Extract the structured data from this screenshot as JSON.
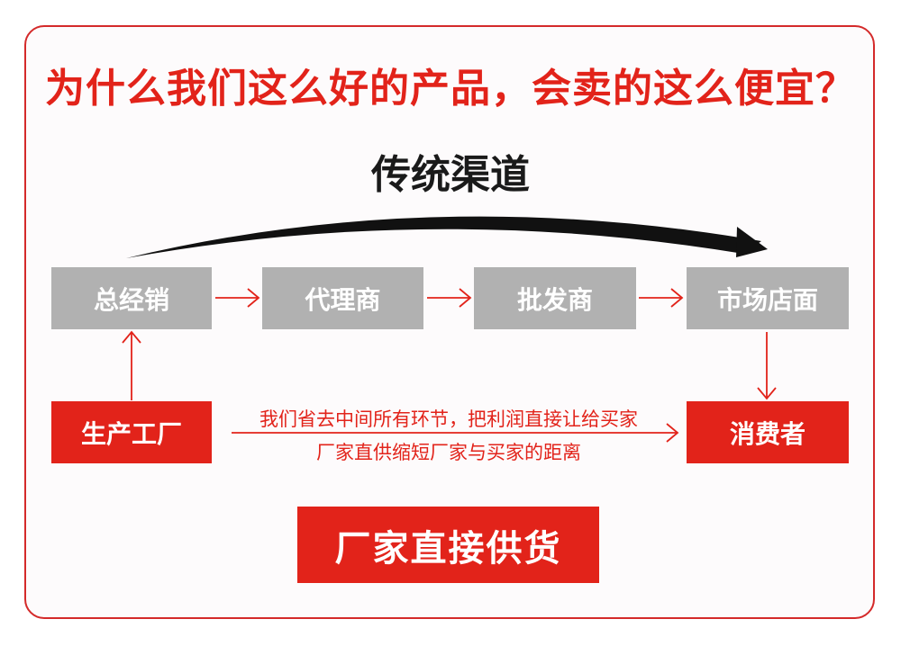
{
  "headline": "为什么我们这么好的产品，会卖的这么便宜？",
  "traditional_label": "传统渠道",
  "channel": {
    "general_distributor": "总经销",
    "agent": "代理商",
    "wholesaler": "批发商",
    "retail_store": "市场店面"
  },
  "factory": "生产工厂",
  "consumer": "消费者",
  "note": {
    "line1": "我们省去中间所有环节，把利润直接让给买家",
    "line2": "厂家直供缩短厂家与买家的距离"
  },
  "cta": "厂家直接供货",
  "colors": {
    "accent": "#e2231a",
    "box_grey": "#b1b1b1",
    "text_dark": "#1a1a1a"
  }
}
